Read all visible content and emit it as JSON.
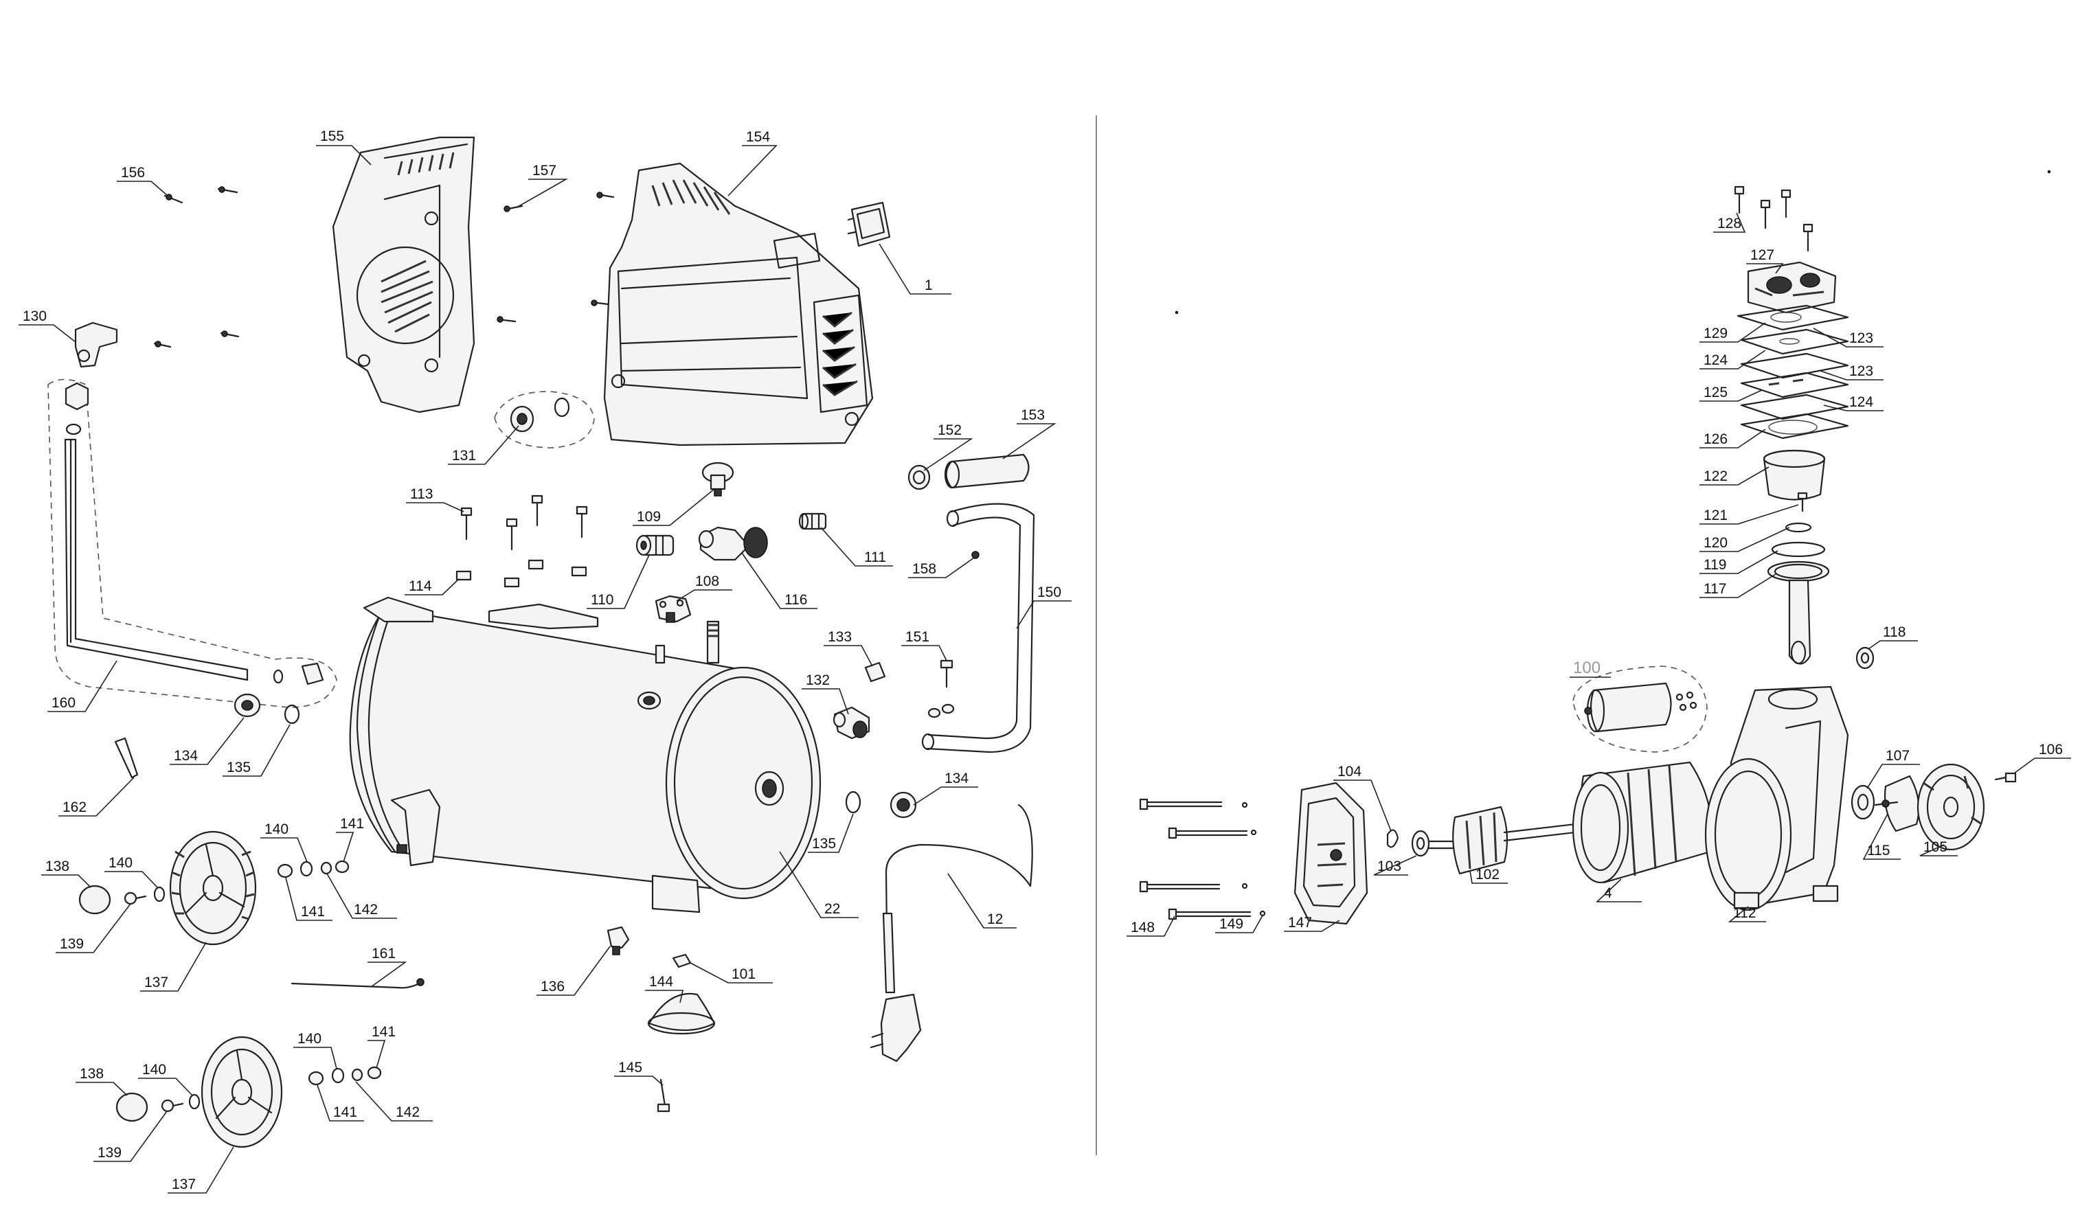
{
  "diagram": {
    "callouts": [
      {
        "id": "1",
        "label": "1"
      },
      {
        "id": "4",
        "label": "4"
      },
      {
        "id": "12",
        "label": "12"
      },
      {
        "id": "22",
        "label": "22"
      },
      {
        "id": "100",
        "label": "100"
      },
      {
        "id": "101",
        "label": "101"
      },
      {
        "id": "102",
        "label": "102"
      },
      {
        "id": "103",
        "label": "103"
      },
      {
        "id": "104",
        "label": "104"
      },
      {
        "id": "105",
        "label": "105"
      },
      {
        "id": "106",
        "label": "106"
      },
      {
        "id": "107",
        "label": "107"
      },
      {
        "id": "108",
        "label": "108"
      },
      {
        "id": "109",
        "label": "109"
      },
      {
        "id": "110",
        "label": "110"
      },
      {
        "id": "111",
        "label": "111"
      },
      {
        "id": "112",
        "label": "112"
      },
      {
        "id": "113",
        "label": "113"
      },
      {
        "id": "114",
        "label": "114"
      },
      {
        "id": "115",
        "label": "115"
      },
      {
        "id": "116",
        "label": "116"
      },
      {
        "id": "117",
        "label": "117"
      },
      {
        "id": "118",
        "label": "118"
      },
      {
        "id": "119",
        "label": "119"
      },
      {
        "id": "120",
        "label": "120"
      },
      {
        "id": "121",
        "label": "121"
      },
      {
        "id": "122",
        "label": "122"
      },
      {
        "id": "123a",
        "label": "123"
      },
      {
        "id": "123b",
        "label": "123"
      },
      {
        "id": "124a",
        "label": "124"
      },
      {
        "id": "124b",
        "label": "124"
      },
      {
        "id": "125",
        "label": "125"
      },
      {
        "id": "126",
        "label": "126"
      },
      {
        "id": "127",
        "label": "127"
      },
      {
        "id": "128",
        "label": "128"
      },
      {
        "id": "129",
        "label": "129"
      },
      {
        "id": "130",
        "label": "130"
      },
      {
        "id": "131",
        "label": "131"
      },
      {
        "id": "132",
        "label": "132"
      },
      {
        "id": "133",
        "label": "133"
      },
      {
        "id": "134a",
        "label": "134"
      },
      {
        "id": "134b",
        "label": "134"
      },
      {
        "id": "135a",
        "label": "135"
      },
      {
        "id": "135b",
        "label": "135"
      },
      {
        "id": "136",
        "label": "136"
      },
      {
        "id": "137a",
        "label": "137"
      },
      {
        "id": "137b",
        "label": "137"
      },
      {
        "id": "138a",
        "label": "138"
      },
      {
        "id": "138b",
        "label": "138"
      },
      {
        "id": "139a",
        "label": "139"
      },
      {
        "id": "139b",
        "label": "139"
      },
      {
        "id": "140a",
        "label": "140"
      },
      {
        "id": "140b",
        "label": "140"
      },
      {
        "id": "140c",
        "label": "140"
      },
      {
        "id": "140d",
        "label": "140"
      },
      {
        "id": "141a",
        "label": "141"
      },
      {
        "id": "141b",
        "label": "141"
      },
      {
        "id": "141c",
        "label": "141"
      },
      {
        "id": "141d",
        "label": "141"
      },
      {
        "id": "142a",
        "label": "142"
      },
      {
        "id": "142b",
        "label": "142"
      },
      {
        "id": "144",
        "label": "144"
      },
      {
        "id": "145",
        "label": "145"
      },
      {
        "id": "147",
        "label": "147"
      },
      {
        "id": "148",
        "label": "148"
      },
      {
        "id": "149",
        "label": "149"
      },
      {
        "id": "150",
        "label": "150"
      },
      {
        "id": "151",
        "label": "151"
      },
      {
        "id": "152",
        "label": "152"
      },
      {
        "id": "153",
        "label": "153"
      },
      {
        "id": "154",
        "label": "154"
      },
      {
        "id": "155",
        "label": "155"
      },
      {
        "id": "156",
        "label": "156"
      },
      {
        "id": "157",
        "label": "157"
      },
      {
        "id": "158",
        "label": "158"
      },
      {
        "id": "160",
        "label": "160"
      },
      {
        "id": "161",
        "label": "161"
      },
      {
        "id": "162",
        "label": "162"
      }
    ]
  }
}
